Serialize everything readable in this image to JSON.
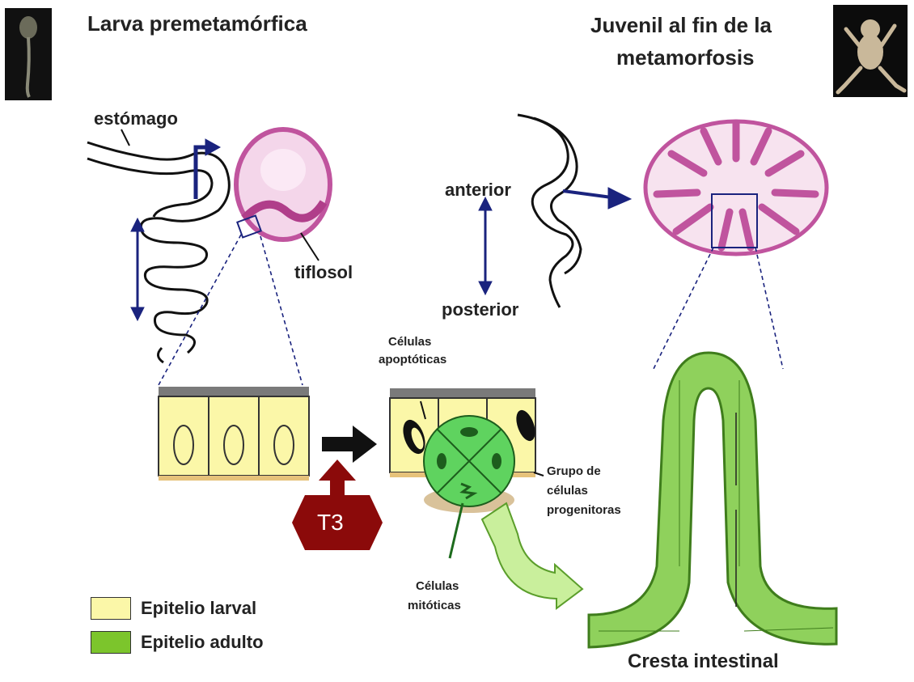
{
  "header": {
    "left_title": "Larva premetamórfica",
    "right_title_line1": "Juvenil al fin de la",
    "right_title_line2": "metamorfosis"
  },
  "labels": {
    "estomago": "estómago",
    "tiflosol": "tiflosol",
    "anterior": "anterior",
    "posterior": "posterior",
    "apoptoticas_line1": "Células",
    "apoptoticas_line2": "apoptóticas",
    "progenitoras_line1": "Grupo de",
    "progenitoras_line2": "células",
    "progenitoras_line3": "progenitoras",
    "mitoticas_line1": "Células",
    "mitoticas_line2": "mitóticas",
    "hormone": "T3",
    "cresta": "Cresta intestinal"
  },
  "legend": [
    {
      "label": "Epitelio larval",
      "color": "#fbf7a8"
    },
    {
      "label": "Epitelio adulto",
      "color": "#7cc52c"
    }
  ],
  "colors": {
    "arrow_blue": "#1a237e",
    "hormone_red": "#8b0a0a",
    "cell_yellow": "#fbf7a8",
    "cell_green": "#5fd35f",
    "tissue_pink": "#c0549e"
  }
}
